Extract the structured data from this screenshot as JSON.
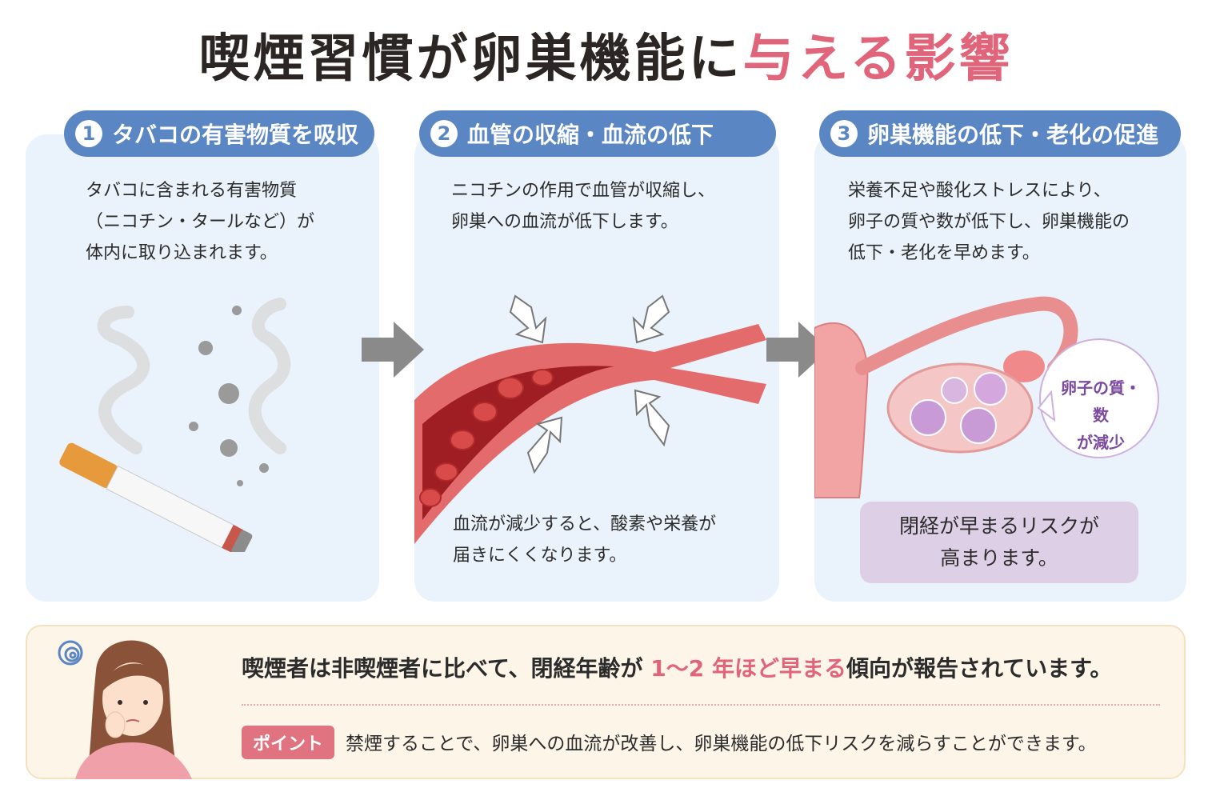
{
  "title": {
    "main": "喫煙習慣が卵巣機能に",
    "highlight": "与える影響"
  },
  "colors": {
    "accent_pink": "#e0647a",
    "step_blue": "#5b86c4",
    "panel_bg": "#eaf3fb",
    "risk_box": "#ddd0e6",
    "bottom_bg": "#fdf5e8"
  },
  "steps": [
    {
      "num": "1",
      "title": "タバコの有害物質を吸収",
      "desc_lines": [
        "タバコに含まれる有害物質",
        "（ニコチン・タールなど）が",
        "体内に取り込まれます。"
      ],
      "illustration": "cigarette-smoke"
    },
    {
      "num": "2",
      "title": "血管の収縮・血流の低下",
      "desc_lines": [
        "ニコチンの作用で血管が収縮し、",
        "卵巣への血流が低下します。"
      ],
      "note_lines": [
        "血流が減少すると、酸素や栄養が",
        "届きにくくなります。"
      ],
      "illustration": "constricted-blood-vessel"
    },
    {
      "num": "3",
      "title": "卵巣機能の低下・老化の促進",
      "desc_lines": [
        "栄養不足や酸化ストレスにより、",
        "卵子の質や数が低下し、卵巣機能の",
        "低下・老化を早めます。"
      ],
      "bubble_lines": [
        "卵子の質・数",
        "が減少"
      ],
      "risk_lines": [
        "閉経が早まるリスクが",
        "高まります。"
      ],
      "illustration": "ovary-uterus"
    }
  ],
  "summary": {
    "statement_pre": "喫煙者は非喫煙者に比べて、閉経年齢が ",
    "statement_highlight": "1～2 年ほど早まる",
    "statement_post": "傾向が報告されています。",
    "point_label": "ポイント",
    "point_text": "禁煙することで、卵巣への血流が改善し、卵巣機能の低下リスクを減らすことができます。"
  }
}
